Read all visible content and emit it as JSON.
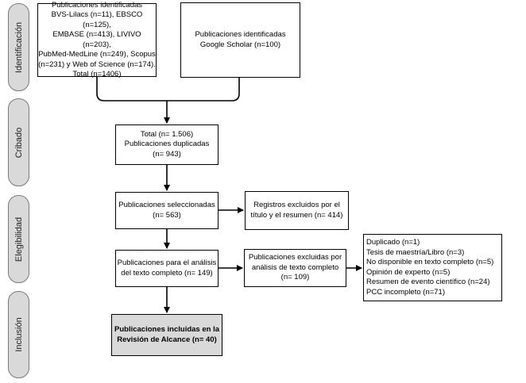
{
  "phases": {
    "identificacion": "Identificación",
    "cribado": "Cribado",
    "elegibilidad": "Elegibilidad",
    "inclusion": "Inclusión"
  },
  "boxes": {
    "databases": "Publicaciones identificadas\nBVS-Lilacs (n=11), EBSCO (n=125),\nEMBASE (n=413), LIVIVO (n=203),\nPubMed-MedLine (n=249), Scopus\n(n=231) y Web of Science (n=174).\nTotal (n=1406)",
    "scholar": "Publicaciones identificadas\nGoogle Scholar (n=100)",
    "total": "Total (n= 1.506)\nPublicaciones duplicadas\n(n= 943)",
    "selected": "Publicaciones seleccionadas\n(n= 563)",
    "excluded_title": "Registros excluidos por el\ntítulo y el resumen (n= 414)",
    "fulltext": "Publicaciones para el análisis\ndel texto completo (n= 149)",
    "excluded_fulltext": "Publicaciones excluidas por\nanálisis de texto completo\n(n= 109)",
    "reasons": "Duplicado (n=1)\nTesis de maestría/Libro (n=3)\nNo disponible en texto completo (n=5)\nOpinión de experto (n=5)\nResumen de evento científico (n=24)\nPCC incompleto (n=71)",
    "included": "Publicaciones incluidas en la\nRevisión de Alcance (n= 40)"
  }
}
